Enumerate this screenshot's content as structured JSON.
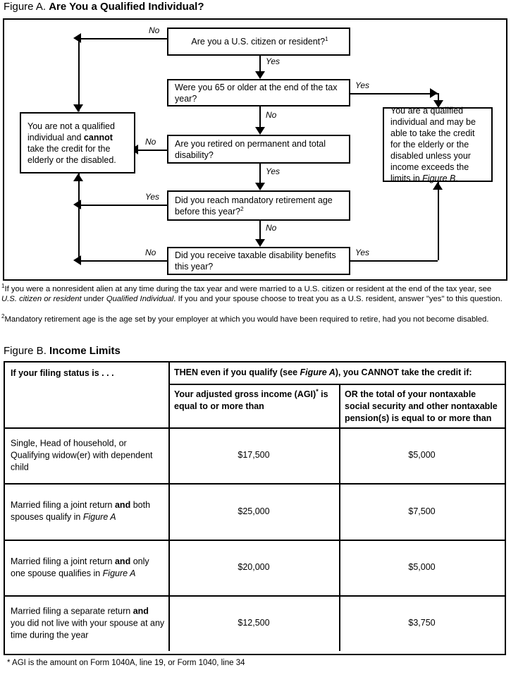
{
  "figureA": {
    "title_label": "Figure A.",
    "title_text": "Are You a Qualified Individual?",
    "nodes": {
      "q1": "Are you a U.S. citizen or resident?",
      "q1_footnote_marker": "1",
      "q2": "Were you 65 or older at the end of the tax year?",
      "q3": "Are you retired on permanent and total disability?",
      "q4": "Did you reach mandatory retirement age before this year?",
      "q4_footnote_marker": "2",
      "q5": "Did you receive taxable disability benefits this year?",
      "not_qualified_1": "You are not a qualified individual and ",
      "not_qualified_bold": "cannot",
      "not_qualified_2": " take the credit for the elderly or the disabled.",
      "qualified_1": "You are a qualified individual and may be able to take the credit for the elderly or the disabled unless your income exceeds the limits in ",
      "qualified_italic": "Figure B",
      "qualified_2": "."
    },
    "edge_labels": {
      "q1_no": "No",
      "q1_yes": "Yes",
      "q2_yes": "Yes",
      "q2_no": "No",
      "q3_no": "No",
      "q3_yes": "Yes",
      "q4_yes": "Yes",
      "q4_no": "No",
      "q5_no": "No",
      "q5_yes": "Yes"
    },
    "footnotes": {
      "one_marker": "1",
      "one_a": "If you were a nonresident alien at any time during the tax year and were married to a U.S. citizen or resident at the end of the tax year, see ",
      "one_i1": "U.S. citizen or resident",
      "one_b": " under ",
      "one_i2": "Qualified Individual",
      "one_c": ". If you and your spouse choose to treat you as a U.S. resident, answer \"yes\" to this question.",
      "two_marker": "2",
      "two_a": "Mandatory retirement age is the age set by your employer at which you would have been required to retire, had you not become disabled."
    }
  },
  "figureB": {
    "title_label": "Figure B.",
    "title_text": "Income Limits",
    "header": {
      "col1": "If your filing status is . . .",
      "span_a": "THEN even if you qualify (see ",
      "span_i": "Figure A",
      "span_b": "), you CANNOT take the credit if:",
      "col2_a": "Your adjusted gross income (AGI)",
      "col2_star": "*",
      "col2_b": " is equal to or more than",
      "col3": "OR the total of your nontaxable social security and other nontaxable pension(s) is equal to or more than"
    },
    "rows": [
      {
        "status_pre": "Single, Head of household, or Qualifying widow(er) with dependent child",
        "status_bold": "",
        "status_post": "",
        "status_italic": "",
        "agi": "$17,500",
        "nontaxable": "$5,000"
      },
      {
        "status_pre": "Married filing a joint return ",
        "status_bold": "and",
        "status_post": " both spouses qualify in ",
        "status_italic": "Figure A",
        "agi": "$25,000",
        "nontaxable": "$7,500"
      },
      {
        "status_pre": "Married filing a joint return ",
        "status_bold": "and",
        "status_post": " only one spouse qualifies in ",
        "status_italic": "Figure A",
        "agi": "$20,000",
        "nontaxable": "$5,000"
      },
      {
        "status_pre": "Married filing a separate return ",
        "status_bold": "and",
        "status_post": " you did not live with your spouse at any time during the year",
        "status_italic": "",
        "agi": "$12,500",
        "nontaxable": "$3,750"
      }
    ],
    "footnote": "*  AGI is the amount on Form 1040A, line 19, or Form 1040, line 34"
  }
}
